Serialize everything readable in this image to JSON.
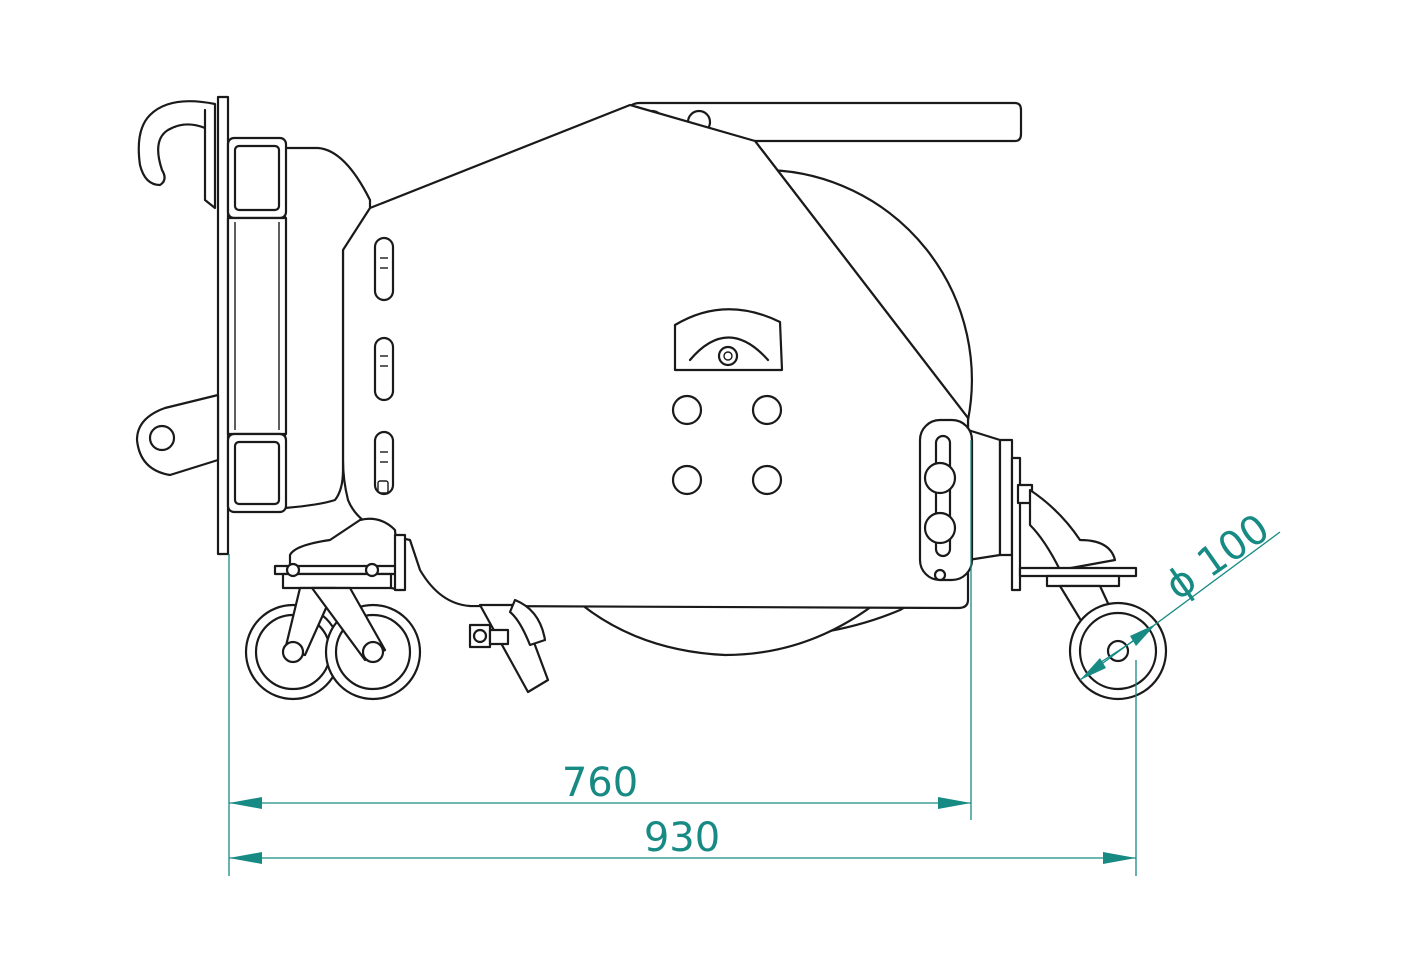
{
  "dimensions": {
    "overall_length_label": "930",
    "frame_length_label": "760",
    "wheel_diameter_label": "ϕ 100"
  },
  "colors": {
    "dimension": "#178a84",
    "outline": "#1a1a1a",
    "background": "#ffffff"
  }
}
